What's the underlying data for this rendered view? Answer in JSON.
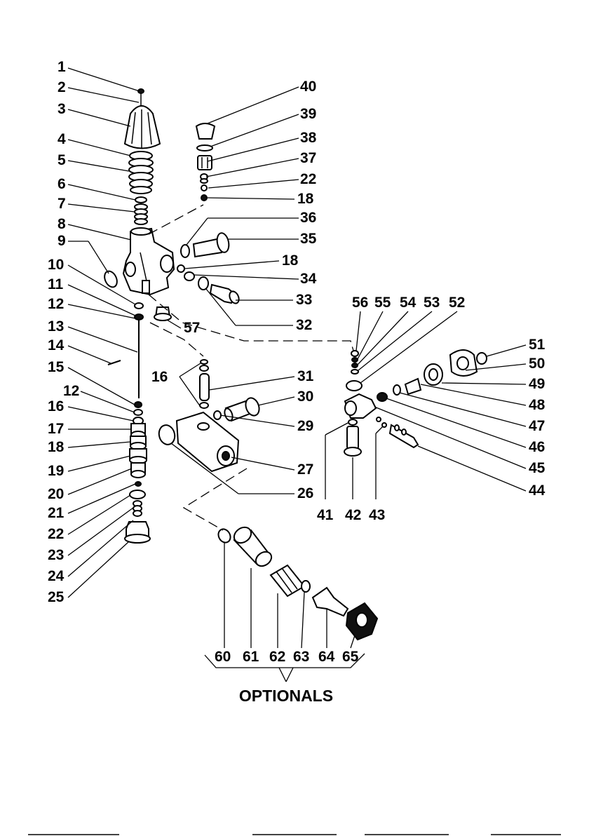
{
  "optionals_label": "OPTIONALS",
  "part_numbers": [
    "1",
    "2",
    "3",
    "4",
    "5",
    "6",
    "7",
    "8",
    "9",
    "10",
    "11",
    "12",
    "13",
    "14",
    "15",
    "12",
    "16",
    "17",
    "18",
    "19",
    "20",
    "21",
    "22",
    "23",
    "24",
    "25",
    "40",
    "39",
    "38",
    "37",
    "22",
    "18",
    "36",
    "35",
    "18",
    "34",
    "33",
    "32",
    "57",
    "16",
    "31",
    "30",
    "29",
    "27",
    "26",
    "56",
    "55",
    "54",
    "53",
    "52",
    "51",
    "50",
    "49",
    "48",
    "47",
    "46",
    "45",
    "44",
    "41",
    "42",
    "43",
    "60",
    "61",
    "62",
    "63",
    "64",
    "65"
  ],
  "colors": {
    "ink": "#000000",
    "paper": "#ffffff"
  }
}
